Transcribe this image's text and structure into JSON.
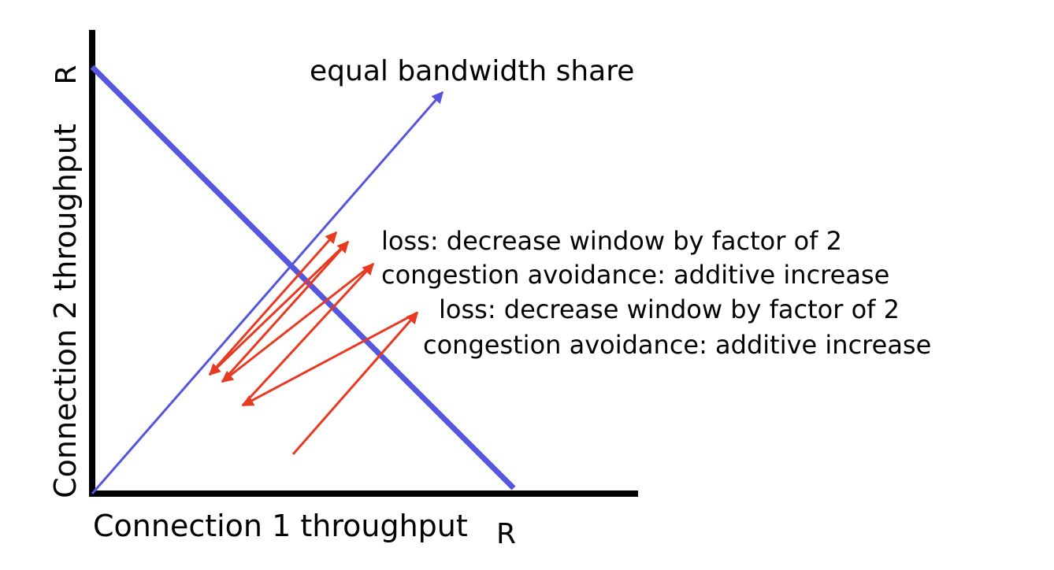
{
  "labels": {
    "y_axis": "Connection 2 throughput",
    "x_axis": "Connection 1 throughput",
    "y_max": "R",
    "x_max": "R",
    "equal_share": "equal bandwidth share"
  },
  "annotations": [
    "loss: decrease window by factor of 2",
    "congestion avoidance: additive increase",
    "loss: decrease window by factor of 2",
    "congestion avoidance: additive increase"
  ],
  "colors": {
    "axis": "#000000",
    "bandwidth_lines": "#5555dd",
    "trajectory": "#e83a22",
    "text": "#000000"
  }
}
